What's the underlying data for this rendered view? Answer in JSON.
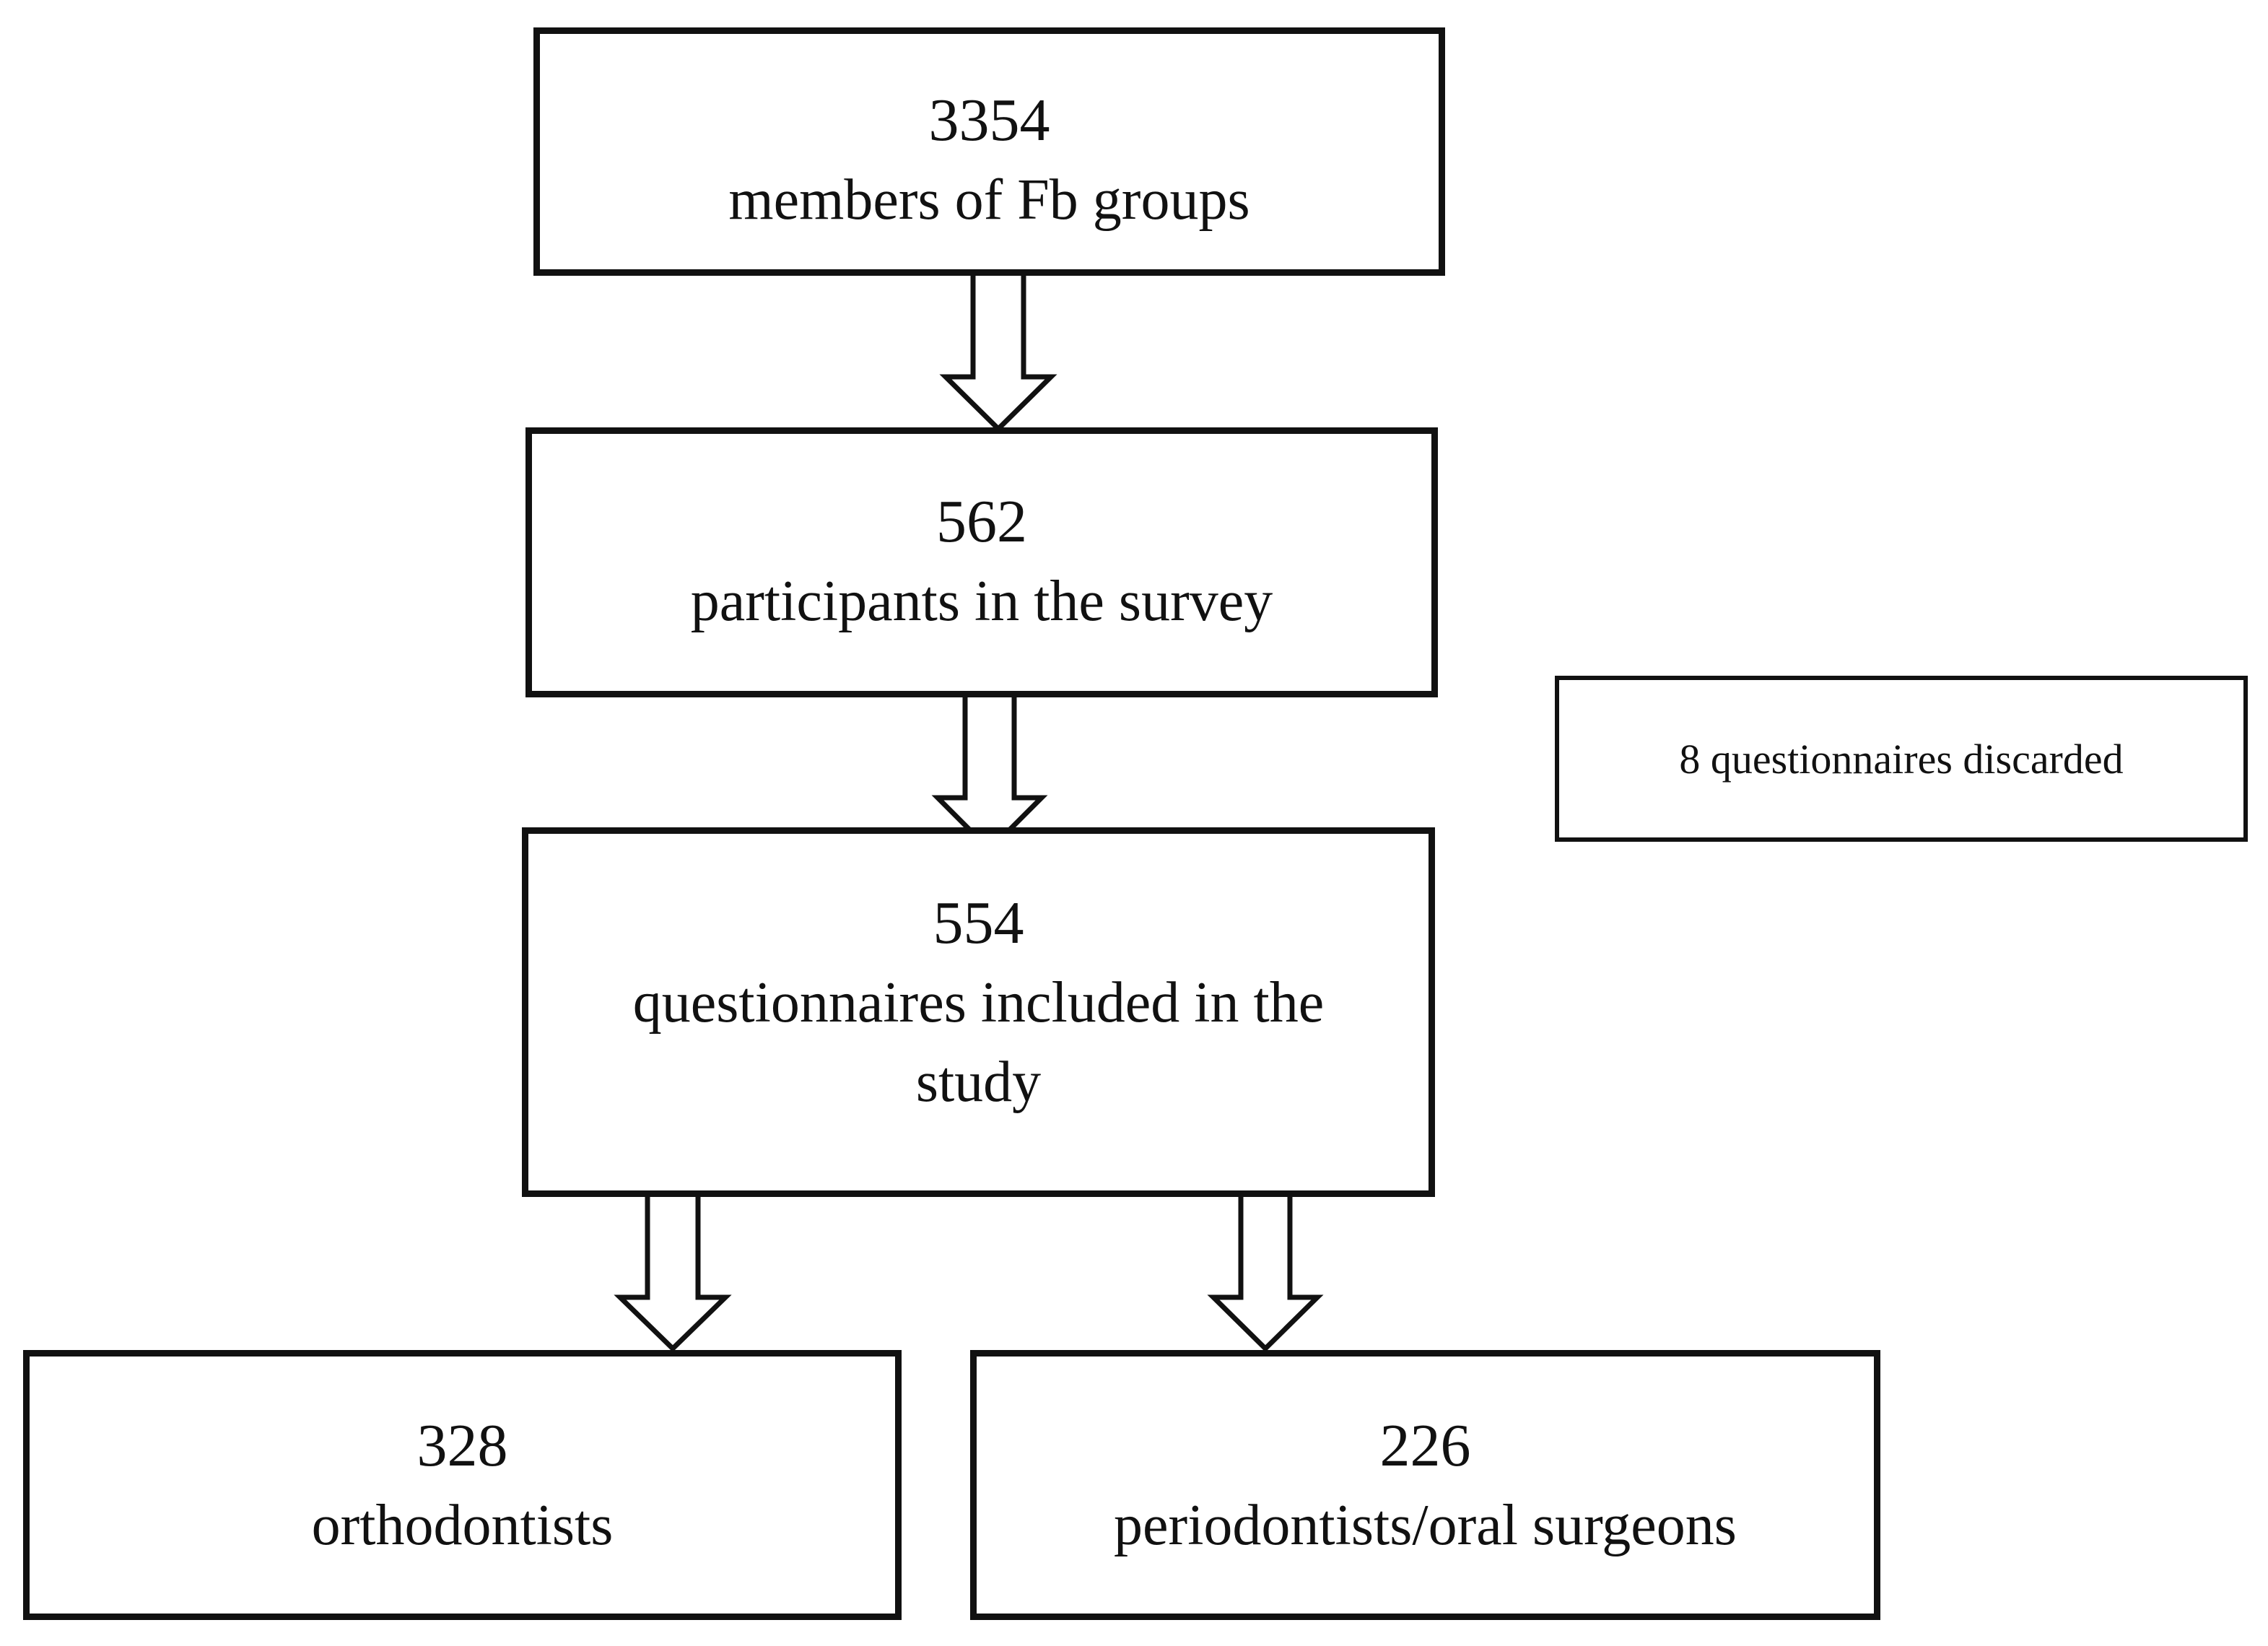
{
  "flow": {
    "members": {
      "count": "3354",
      "label": "members of Fb groups"
    },
    "participants": {
      "count": "562",
      "label": "participants in the survey"
    },
    "included": {
      "count": "554",
      "label_line1": "questionnaires included in the",
      "label_line2": "study"
    },
    "orthodontists": {
      "count": "328",
      "label": "orthodontists"
    },
    "periodontists": {
      "count": "226",
      "label": "periodontists/oral surgeons"
    },
    "discarded": {
      "label": "8 questionnaires discarded"
    }
  },
  "style": {
    "line_color": "#111111",
    "fill_color": "#ffffff"
  }
}
